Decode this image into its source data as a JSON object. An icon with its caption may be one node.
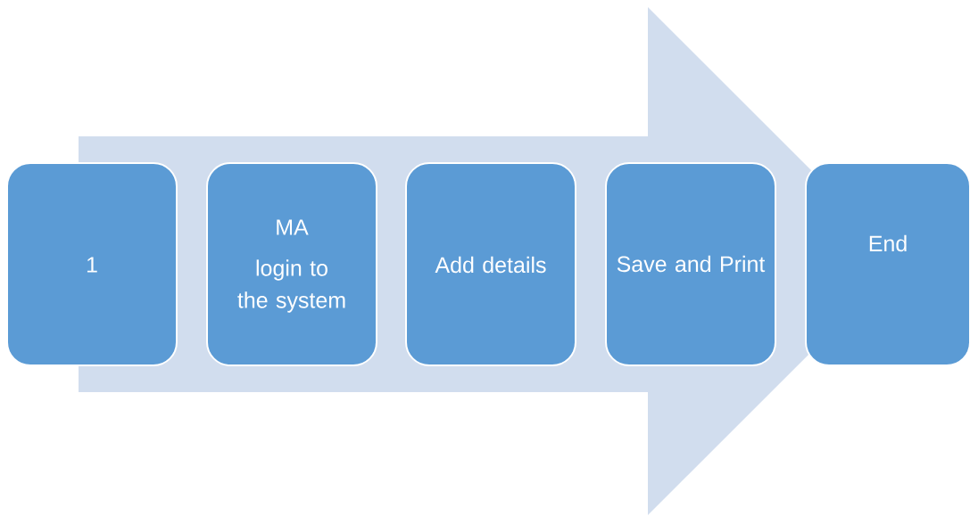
{
  "diagram": {
    "nodes": [
      {
        "text": [
          "1"
        ]
      },
      {
        "text": [
          "MA",
          "login to the system"
        ]
      },
      {
        "text": [
          "Add details"
        ]
      },
      {
        "text": [
          "Save and Print"
        ]
      },
      {
        "text": [
          "End"
        ]
      }
    ],
    "edges": [
      {
        "from": 0,
        "to": 4,
        "arrow": "to"
      }
    ]
  }
}
